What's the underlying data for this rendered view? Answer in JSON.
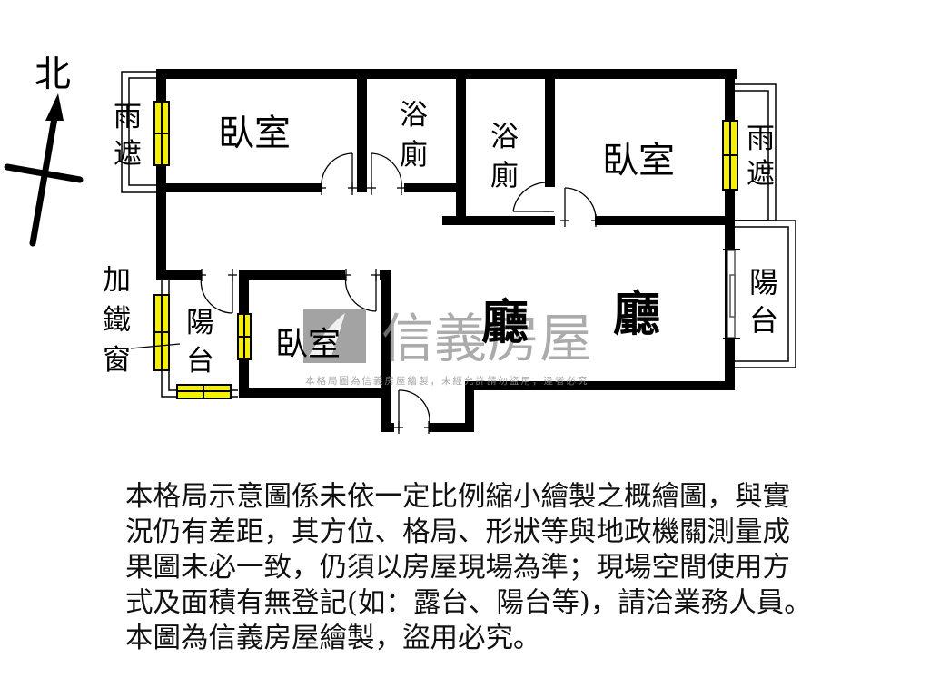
{
  "compass": {
    "label": "北",
    "icon": "north-arrow-icon"
  },
  "rooms": {
    "bedroom_top_left": "臥室",
    "bathroom_1_line1": "浴",
    "bathroom_1_line2": "廁",
    "bathroom_2_line1": "浴",
    "bathroom_2_line2": "廁",
    "bedroom_top_right": "臥室",
    "bedroom_bottom": "臥室",
    "living_room_1": "廳",
    "living_room_2": "廳",
    "canopy_left_line1": "雨",
    "canopy_left_line2": "遮",
    "canopy_right_line1": "雨",
    "canopy_right_line2": "遮",
    "balcony_right_line1": "陽",
    "balcony_right_line2": "台",
    "balcony_left_line1": "陽",
    "balcony_left_line2": "台",
    "iron_window_line1": "加",
    "iron_window_line2": "鐵",
    "iron_window_line3": "窗"
  },
  "watermark": {
    "brand": "信義房屋",
    "notice": "本格局圖為信義房屋繪製，未經允許請勿盜用，違者必究"
  },
  "colors": {
    "wall": "#000000",
    "window": "#f5f000",
    "watermark": "#8f8f8f"
  },
  "disclaimer": {
    "lines": [
      "本格局示意圖係未依一定比例縮小繪製之概繪圖，與實",
      "況仍有差距，其方位、格局、形狀等與地政機關測量成",
      "果圖未必一致，仍須以房屋現場為準；現場空間使用方",
      "式及面積有無登記(如：露台、陽台等)，請洽業務人員。",
      "本圖為信義房屋繪製，盜用必究。"
    ]
  }
}
